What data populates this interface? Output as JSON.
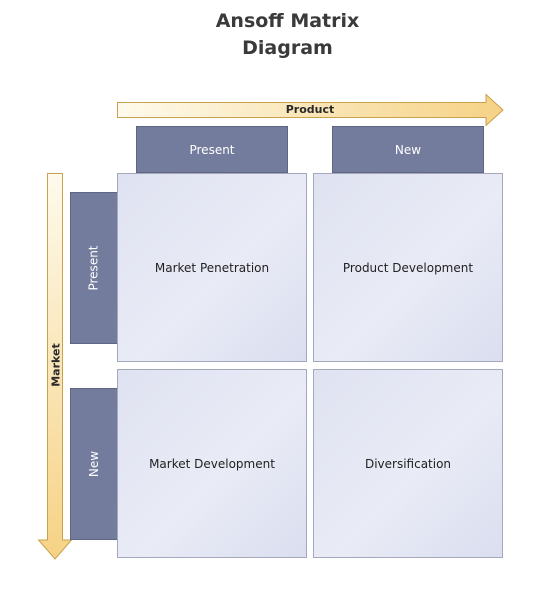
{
  "title": {
    "line1": "Ansoff Matrix",
    "line2": "Diagram"
  },
  "axes": {
    "product": "Product",
    "market": "Market"
  },
  "columns": [
    {
      "label": "Present"
    },
    {
      "label": "New"
    }
  ],
  "rows": [
    {
      "label": "Present"
    },
    {
      "label": "New"
    }
  ],
  "cells": [
    {
      "text": "Market Penetration"
    },
    {
      "text": "Product Development"
    },
    {
      "text": "Market Development"
    },
    {
      "text": "Diversification"
    }
  ],
  "colors": {
    "header_fill": "#737c9c",
    "cell_fill": "#e3e6f3",
    "arrow_fill_start": "#fef8e6",
    "arrow_fill_end": "#f7d48a"
  }
}
